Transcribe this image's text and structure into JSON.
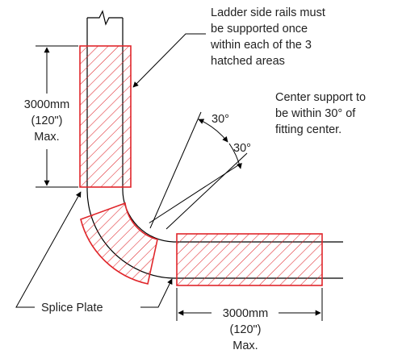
{
  "colors": {
    "hatch": "#e0262b",
    "line": "#000000",
    "text": "#222222"
  },
  "callouts": {
    "ladder_rails": [
      "Ladder side rails must",
      "be supported once",
      "within each of the 3",
      "hatched areas"
    ],
    "center_support": [
      "Center support to",
      "be within 30° of",
      "fitting center."
    ],
    "splice_plate": "Splice Plate"
  },
  "angles": {
    "upper": "30°",
    "lower": "30°"
  },
  "vertical_dimension": [
    "3000mm",
    "(120\")",
    "Max."
  ],
  "horizontal_dimension": [
    "3000mm",
    "(120\")",
    "Max."
  ]
}
